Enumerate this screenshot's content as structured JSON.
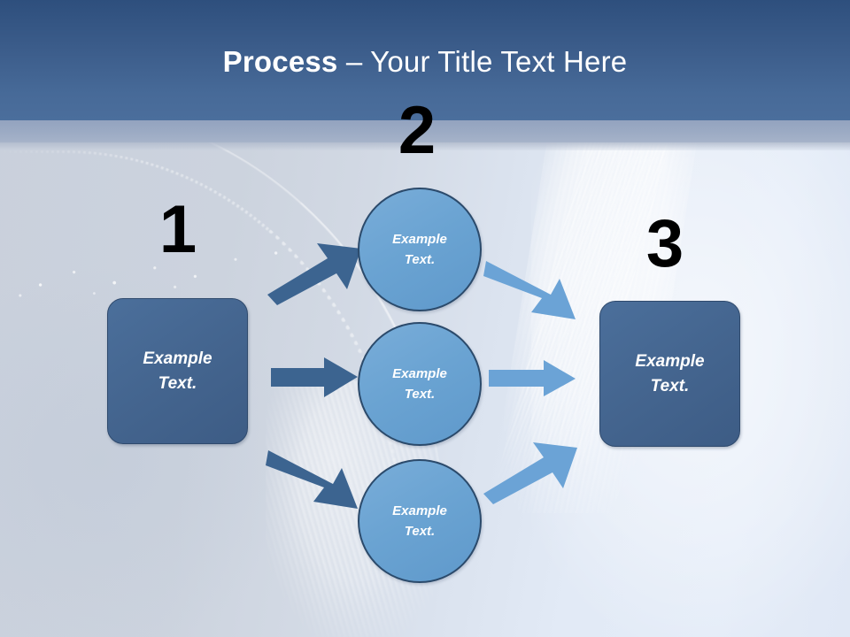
{
  "slide": {
    "title_strong": "Process",
    "title_rest": " – Your Title Text Here",
    "header_color": "#3c5d8b",
    "header_band_color": "#9cabc4",
    "background_color": "#cfd6e2"
  },
  "steps": [
    {
      "number": "1",
      "label": "Example\nText.",
      "line1": "Example",
      "line2": "Text.",
      "shape": "rounded-rectangle",
      "fill": "#44658f",
      "stroke": "#2f4a6d"
    },
    {
      "number": "2",
      "label": "Example\nText.",
      "line1": "Example",
      "line2": "Text.",
      "shape": "circle",
      "fill": "#6aa3d2",
      "stroke": "#2b4a6b"
    },
    {
      "number": "3",
      "label": "Example\nText.",
      "line1": "Example",
      "line2": "Text.",
      "shape": "rounded-rectangle",
      "fill": "#44658f",
      "stroke": "#2f4a6d"
    }
  ],
  "circles": [
    {
      "id": "circle-1",
      "line1": "Example",
      "line2": "Text."
    },
    {
      "id": "circle-2",
      "line1": "Example",
      "line2": "Text."
    },
    {
      "id": "circle-3",
      "line1": "Example",
      "line2": "Text."
    }
  ],
  "arrows": {
    "left_color": "#3c6490",
    "right_color": "#6ba3d6",
    "items": [
      {
        "name": "arrow-box1-to-circle1",
        "direction": "up-right",
        "color": "#3c6490"
      },
      {
        "name": "arrow-box1-to-circle2",
        "direction": "right",
        "color": "#3c6490"
      },
      {
        "name": "arrow-box1-to-circle3",
        "direction": "down-right",
        "color": "#3c6490"
      },
      {
        "name": "arrow-circle1-to-box3",
        "direction": "down-right",
        "color": "#6ba3d6"
      },
      {
        "name": "arrow-circle2-to-box3",
        "direction": "right",
        "color": "#6ba3d6"
      },
      {
        "name": "arrow-circle3-to-box3",
        "direction": "up-right",
        "color": "#6ba3d6"
      }
    ]
  }
}
